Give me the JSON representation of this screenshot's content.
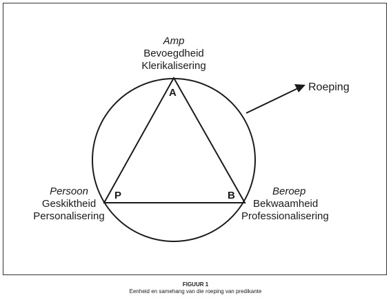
{
  "diagram": {
    "top": {
      "italic": "Amp",
      "line1": "Bevoegdheid",
      "line2": "Klerikalisering"
    },
    "left": {
      "italic": "Persoon",
      "line1": "Geskiktheid",
      "line2": "Personalisering"
    },
    "right": {
      "italic": "Beroep",
      "line1": "Bekwaamheid",
      "line2": "Professionalisering"
    },
    "vertices": {
      "a": "A",
      "p": "P",
      "b": "B"
    },
    "arrow_label": "Roeping"
  },
  "caption": {
    "title": "FIGUUR 1",
    "subtitle": "Eenheid en samehang van die roeping van predikante"
  }
}
